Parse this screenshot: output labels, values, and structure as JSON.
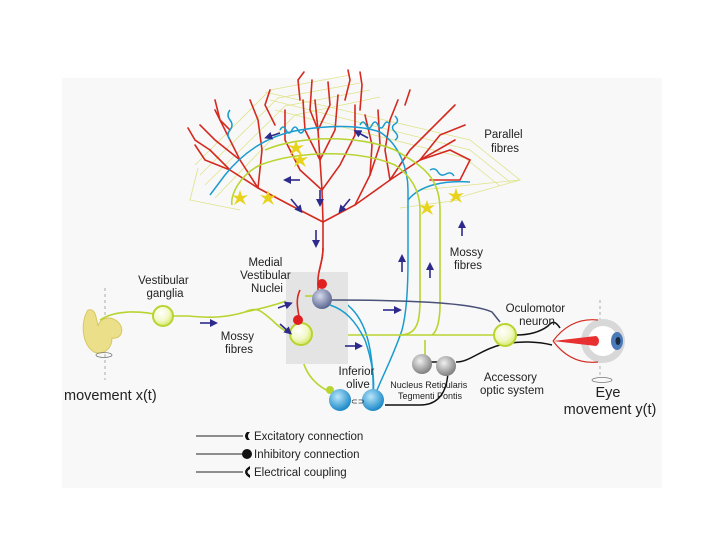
{
  "labels": {
    "parallel_fibres": [
      "Parallel",
      "fibres"
    ],
    "mossy_fibres_right": [
      "Mossy",
      "fibres"
    ],
    "medial_vestibular_nuclei": [
      "Medial",
      "Vestibular",
      "Nuclei"
    ],
    "vestibular_ganglia": [
      "Vestibular",
      "ganglia"
    ],
    "mossy_fibres_left": [
      "Mossy",
      "fibres"
    ],
    "inferior_olive": [
      "Inferior",
      "olive"
    ],
    "nrtp": [
      "Nucleus Reticularis",
      "Tegmenti Pontis"
    ],
    "accessory_optic_system": [
      "Accessory",
      "optic system"
    ],
    "oculomotor_neuron": [
      "Oculomotor",
      "neuron"
    ],
    "movement_x": "movement x(t)",
    "eye_movement": [
      "Eye",
      "movement y(t)"
    ]
  },
  "legend": [
    {
      "label": "Excitatory connection",
      "terminal": "excitatory"
    },
    {
      "label": "Inhibitory connection",
      "terminal": "inhibitory"
    },
    {
      "label": "Electrical coupling",
      "terminal": "electrical"
    }
  ],
  "colors": {
    "purkinje": "#d42a20",
    "climbing_fibre": "#1a9ccf",
    "mossy_fibre": "#b8d430",
    "granule_cell": "#e8d21a",
    "arrow": "#2e2a8c",
    "vn_neuron": "#7c86a8",
    "olive_neuron": "#2aa0dc",
    "gray_neuron": "#9a9a9a",
    "nucleus_box": "#e4e4e4"
  }
}
